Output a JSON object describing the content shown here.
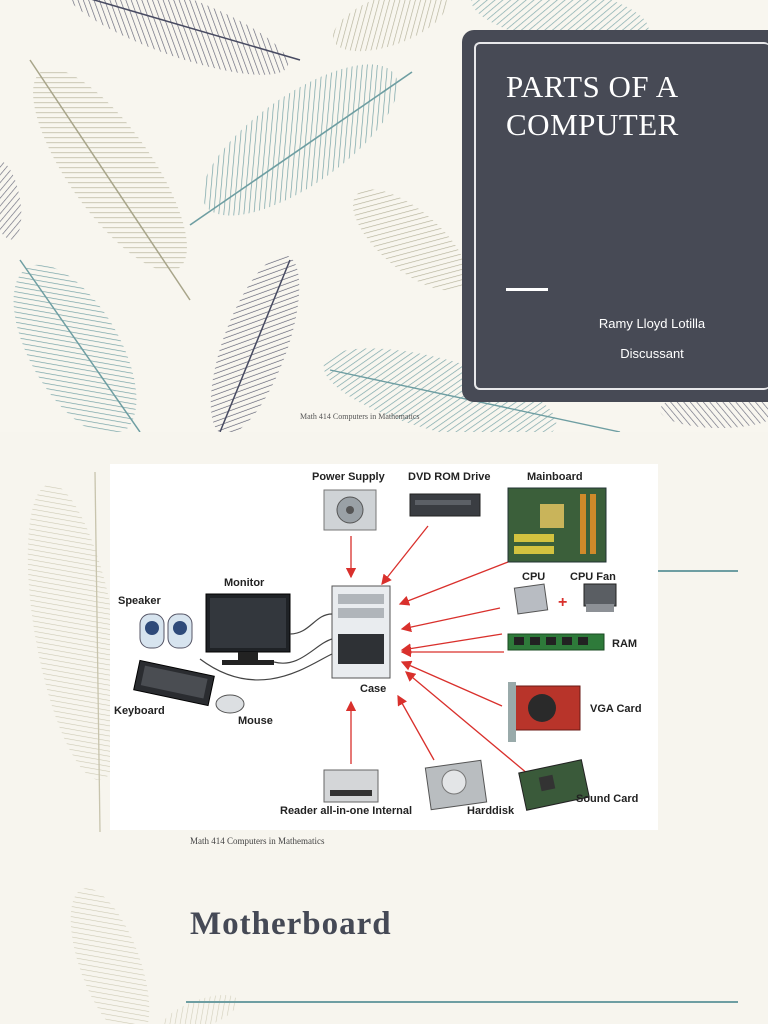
{
  "slides": [
    {
      "title": "PARTS OF A COMPUTER",
      "presenter": "Ramy Lloyd Lotilla",
      "role": "Discussant",
      "footer": "Math 414 Computers in Mathematics"
    },
    {
      "footer": "Math 414 Computers in Mathematics",
      "diagram": {
        "labels": {
          "power_supply": "Power Supply",
          "dvd_rom": "DVD ROM Drive",
          "mainboard": "Mainboard",
          "cpu": "CPU",
          "cpu_fan": "CPU Fan",
          "ram": "RAM",
          "vga": "VGA Card",
          "sound": "Sound Card",
          "harddisk": "Harddisk",
          "reader": "Reader all-in-one Internal",
          "case": "Case",
          "monitor": "Monitor",
          "speaker": "Speaker",
          "keyboard": "Keyboard",
          "mouse": "Mouse"
        },
        "plus": "+"
      }
    },
    {
      "title": "Motherboard"
    }
  ],
  "colors": {
    "panel": "#474a55",
    "teal": "#6e9ea2",
    "navy": "#474a61",
    "olive": "#a8a58a",
    "arrow": "#d9302c"
  }
}
